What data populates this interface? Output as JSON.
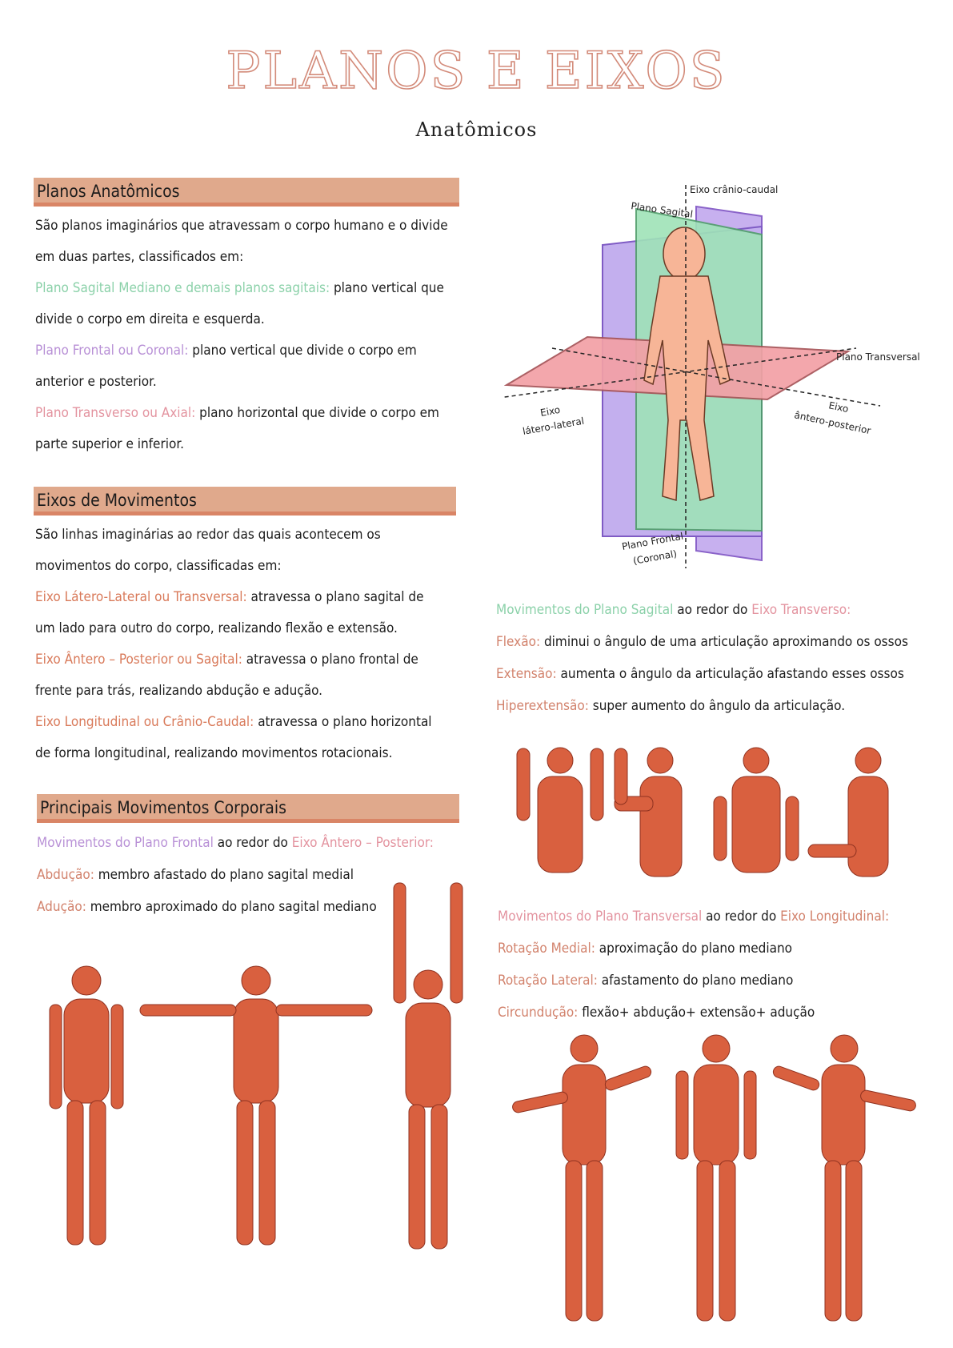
{
  "title": "PLANOS E EIXOS",
  "subtitle": "Anatômicos",
  "planos": {
    "heading": "Planos Anatômicos",
    "l1": "São planos imaginários que atravessam o corpo humano e o divide",
    "l2": "em duas partes, classificados em:",
    "sag_term": "Plano Sagital Mediano e demais planos sagitais:",
    "sag_text": "plano vertical que",
    "sag_text2": "divide o corpo em direita e esquerda.",
    "fro_term": "Plano Frontal ou Coronal:",
    "fro_text": "plano vertical que divide o corpo em",
    "fro_text2": "anterior e posterior.",
    "tra_term": "Plano Transverso ou Axial:",
    "tra_text": "plano horizontal que divide o corpo em",
    "tra_text2": "parte superior e inferior."
  },
  "eixos": {
    "heading": "Eixos de Movimentos",
    "l1": "São linhas imaginárias ao redor das quais acontecem os",
    "l2": "movimentos do corpo, classificadas em:",
    "lat_term": "Eixo Látero-Lateral ou Transversal:",
    "lat_text": "atravessa o plano sagital de",
    "lat_text2": "um lado para outro do corpo, realizando flexão e extensão.",
    "ant_term": "Eixo Ântero – Posterior ou Sagital:",
    "ant_text": "atravessa o plano frontal de",
    "ant_text2": "frente para trás, realizando abdução e adução.",
    "lon_term": "Eixo Longitudinal ou Crânio-Caudal:",
    "lon_text": "atravessa o plano horizontal",
    "lon_text2": "de forma longitudinal, realizando movimentos rotacionais."
  },
  "principais": {
    "heading": "Principais Movimentos Corporais",
    "front_term": "Movimentos do Plano Frontal",
    "front_mid": "ao redor do",
    "front_axis": "Eixo Ântero – Posterior:",
    "abd_term": "Abdução:",
    "abd_text": "membro afastado do plano sagital medial",
    "adu_term": "Adução:",
    "adu_text": "membro aproximado do plano sagital mediano"
  },
  "sagital_mov": {
    "term": "Movimentos do Plano Sagital",
    "mid": "ao redor do",
    "axis": "Eixo Transverso:",
    "flex_term": "Flexão:",
    "flex_text": "diminui o ângulo de uma articulação aproximando os ossos",
    "ext_term": "Extensão:",
    "ext_text": "aumenta o ângulo da articulação afastando esses ossos",
    "hip_term": "Hiperextensão:",
    "hip_text": "super aumento do ângulo da articulação."
  },
  "transversal_mov": {
    "term": "Movimentos do Plano Transversal",
    "mid": "ao redor do",
    "axis": "Eixo Longitudinal:",
    "rm_term": "Rotação Medial:",
    "rm_text": "aproximação do plano mediano",
    "rl_term": "Rotação Lateral:",
    "rl_text": "afastamento do plano mediano",
    "cir_term": "Circundução:",
    "cir_text": "flexão+ abdução+ extensão+ adução"
  },
  "diagram": {
    "eixo_cc": "Eixo crânio-caudal",
    "plano_sagital": "Plano Sagital",
    "plano_transversal": "Plano Transversal",
    "eixo": "Eixo",
    "latero": "látero-lateral",
    "antero": "ântero-posterior",
    "plano_frontal": "Plano Frontal",
    "coronal": "(Coronal)"
  },
  "colors": {
    "header_fill": "#e0a98c",
    "header_line": "#d98566",
    "green": "#8bd1a9",
    "purple": "#b890d6",
    "pink": "#e3939f",
    "orange": "#d97a5a",
    "muscle": "#d9603f"
  }
}
